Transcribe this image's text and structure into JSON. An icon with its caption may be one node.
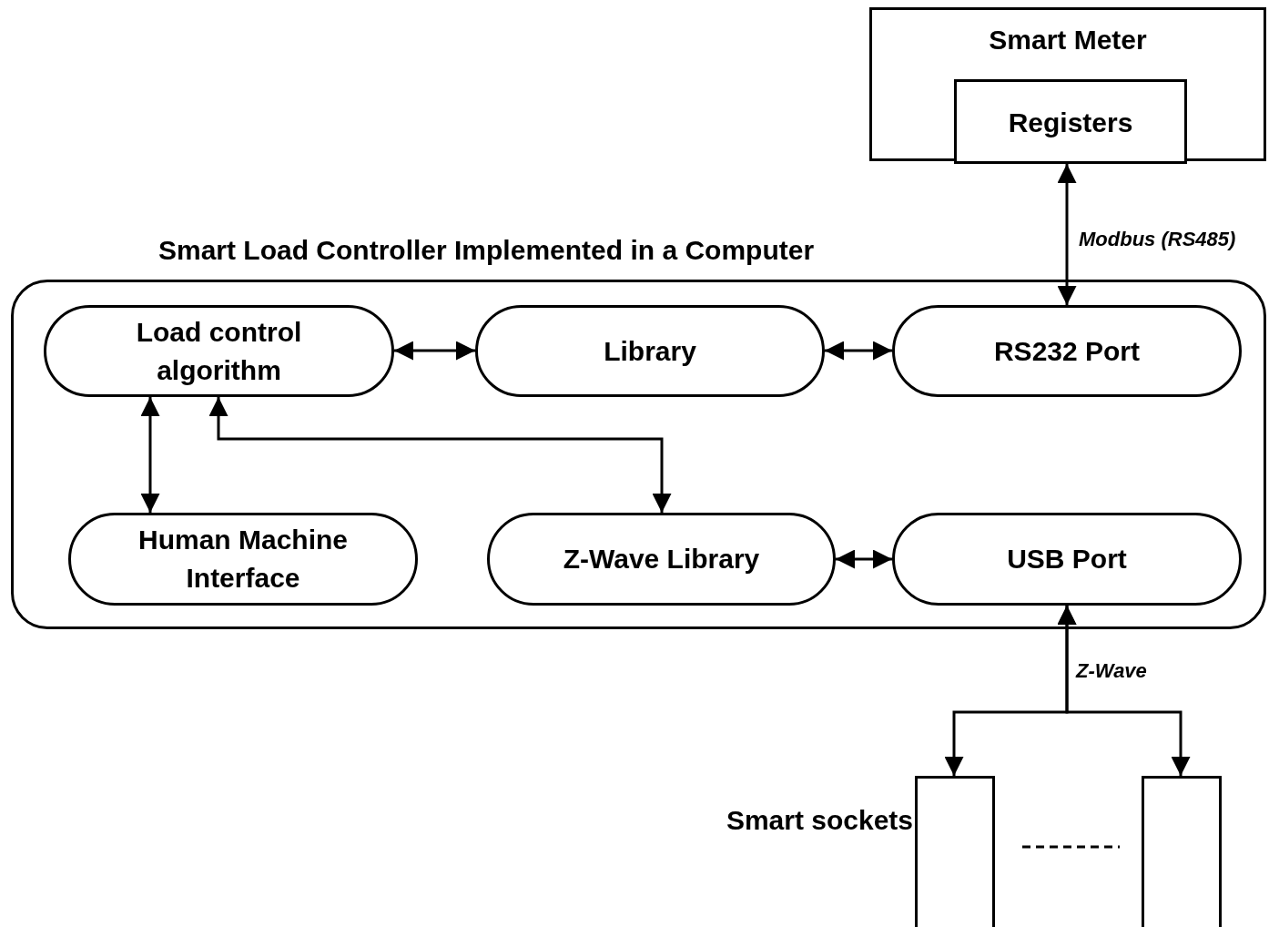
{
  "diagram": {
    "nodes": [
      {
        "text": [
          "Smart Meter"
        ]
      },
      {
        "text": [
          "Registers"
        ],
        "in": 0
      },
      {
        "text": [
          "Smart Load Controller Implemented in a Computer"
        ]
      },
      {
        "text": [
          "Load control algorithm"
        ],
        "in": 2
      },
      {
        "text": [
          "Library"
        ],
        "in": 2
      },
      {
        "text": [
          "RS232 Port"
        ],
        "in": 2
      },
      {
        "text": [
          "Human Machine Interface"
        ],
        "in": 2
      },
      {
        "text": [
          "Z-Wave Library"
        ],
        "in": 2
      },
      {
        "text": [
          "USB Port"
        ],
        "in": 2
      },
      {
        "text": [],
        "shape": "box",
        "beside": [
          "Smart sockets"
        ]
      },
      {
        "text": [],
        "shape": "box"
      }
    ],
    "edges": [
      {
        "from": 1,
        "to": 5,
        "arrow": "both",
        "label": "Modbus (RS485)"
      },
      {
        "from": 3,
        "to": 4,
        "arrow": "both"
      },
      {
        "from": 4,
        "to": 5,
        "arrow": "both"
      },
      {
        "from": 3,
        "to": 6,
        "arrow": "both"
      },
      {
        "from": 3,
        "to": 7,
        "arrow": "both"
      },
      {
        "from": 7,
        "to": 8,
        "arrow": "both"
      },
      {
        "from": 9,
        "to": 8,
        "arrow": "both",
        "label": "Z-Wave"
      },
      {
        "from": 10,
        "to": 8,
        "arrow": "both"
      }
    ]
  }
}
